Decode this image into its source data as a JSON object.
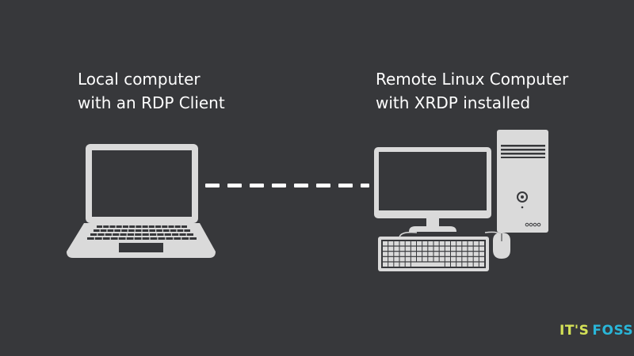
{
  "labels": {
    "local_line1": "Local computer",
    "local_line2": "with an RDP Client",
    "remote_line1": "Remote Linux Computer",
    "remote_line2": "with XRDP installed"
  },
  "brand": {
    "part1": "IT'S",
    "part2": "FOSS"
  },
  "colors": {
    "background": "#37383b",
    "device": "#dadada",
    "device_dark": "#37383b",
    "text": "#ffffff",
    "brand_its": "#d4e157",
    "brand_foss": "#29b6d9"
  },
  "icons": {
    "local": "laptop-icon",
    "remote": "desktop-computer-icon",
    "link": "dashed-connection-line"
  }
}
